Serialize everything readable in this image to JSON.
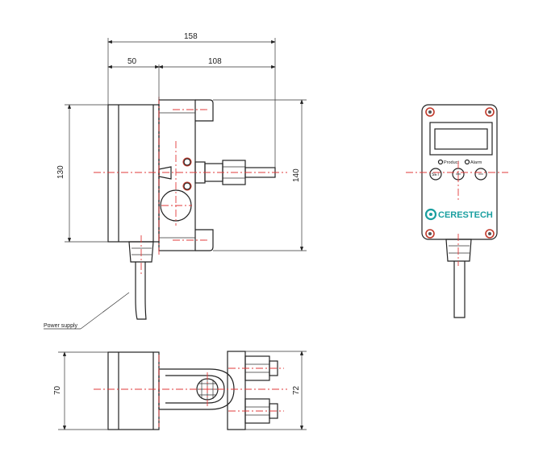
{
  "dimensions": {
    "top_total": "158",
    "top_left": "50",
    "top_right": "108",
    "left_height": "130",
    "right_height": "140",
    "bottom_left_height": "70",
    "bottom_right_height": "72"
  },
  "labels": {
    "power_supply": "Power supply",
    "panel_left_label": "Product",
    "panel_right_label": "Alarm"
  },
  "buttons": {
    "left": "SET",
    "right": ""
  },
  "brand": {
    "name": "CERESTECH",
    "color": "#1a9fa0"
  },
  "colors": {
    "center_line": "#e23a3a",
    "screw_ring": "#c0392b"
  }
}
